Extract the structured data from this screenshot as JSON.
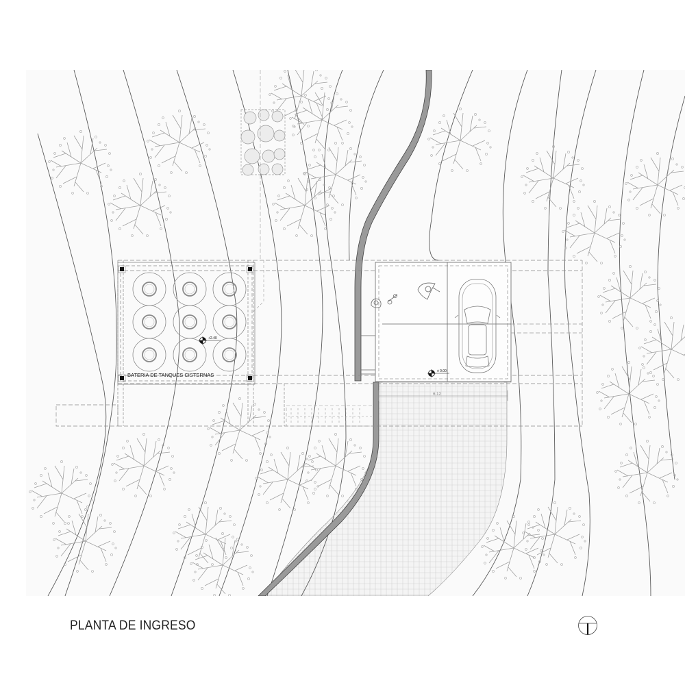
{
  "drawing": {
    "title": "PLANTA DE INGRESO",
    "type": "architectural-site-plan",
    "background": "#fafafa",
    "line_color": "#555555",
    "wall_fill": "#9a9a9a",
    "tree_color": "#9a9a9a"
  },
  "labels": {
    "tanks_area": "BATERIA DE TANQUES CISTERNAS",
    "level_upper": "+2.40",
    "level_ground": "± 0.00",
    "dimension_width": "6.12"
  },
  "elements": {
    "tanks": {
      "rows": 3,
      "cols": 3,
      "count": 9
    },
    "car": "car-top-view",
    "motorcycles": 2,
    "person_figure": 1
  },
  "north_arrow": {
    "symbol": "north-indicator"
  }
}
